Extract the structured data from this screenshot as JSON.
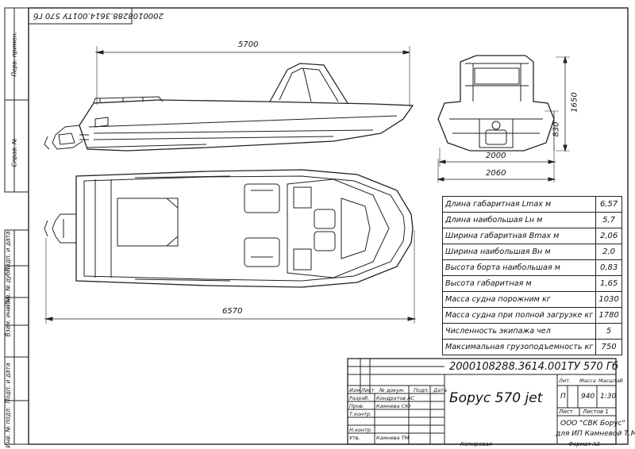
{
  "sheet_code_rotated": "2000108288.3614.001ТУ 570 Гб",
  "dimensions": {
    "length_side": "5700",
    "length_top": "6570",
    "width_rear_inner": "2000",
    "width_rear_outer": "2060",
    "height_total": "1650",
    "height_side": "830"
  },
  "left_margin_labels": [
    "Перв. примен.",
    "Справ. №",
    "Подп. и дата",
    "Инв. № дубл.",
    "Взам. инв. №",
    "Подп. и дата",
    "Инв. № подл."
  ],
  "specs": [
    {
      "label": "Длина габаритная Lmax м",
      "value": "6,57"
    },
    {
      "label": "Длина наибольшая Lн м",
      "value": "5,7"
    },
    {
      "label": "Ширина габаритная Bmax м",
      "value": "2,06"
    },
    {
      "label": "Ширина наибольшая Bн м",
      "value": "2,0"
    },
    {
      "label": "Высота борта наибольшая м",
      "value": "0,83"
    },
    {
      "label": "Высота габаритная м",
      "value": "1,65"
    },
    {
      "label": "Масса судна порожним кг",
      "value": "1030"
    },
    {
      "label": "Масса судна при полной загрузке кг",
      "value": "1780"
    },
    {
      "label": "Численность экипажа чел",
      "value": "5"
    },
    {
      "label": "Максимальная грузоподъемность кг",
      "value": "750"
    }
  ],
  "title_block": {
    "designation": "2000108288.3614.001ТУ 570 Гб",
    "name": "Борус 570 jet",
    "header_cols": [
      "Изм",
      "Лист",
      "№ докум.",
      "Подп.",
      "Дата"
    ],
    "roles": [
      {
        "role": "Разраб.",
        "name": "Кондратов АС"
      },
      {
        "role": "Пров.",
        "name": "Камнева СЮ"
      },
      {
        "role": "Т.контр.",
        "name": ""
      },
      {
        "role": "",
        "name": ""
      },
      {
        "role": "Н.контр.",
        "name": ""
      },
      {
        "role": "Утв.",
        "name": "Камнева ТМ"
      }
    ],
    "lit_label": "Лит.",
    "mass_label": "Масса",
    "scale_label": "Масштаб",
    "lit_value": "П",
    "mass_value": "940",
    "scale_value": "1:30",
    "sheet_label": "Лист",
    "sheets_label": "Листов 1",
    "org_line1": "ООО \"СВК Борус\"",
    "org_line2": "для ИП Камневой Т.М.",
    "copied": "Копировал",
    "format": "Формат А3"
  }
}
